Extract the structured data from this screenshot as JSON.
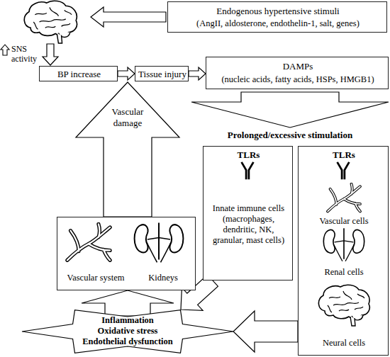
{
  "diagram": {
    "nodes": [
      {
        "text": [
          "Endogenous hypertensive stimuli",
          "(AngII, aldosterone, endothelin-1, salt, genes)"
        ]
      },
      {
        "text": [
          "BP increase"
        ]
      },
      {
        "text": [
          "Tissue injury"
        ]
      },
      {
        "text": [
          "DAMPs",
          "(nucleic acids, fatty acids, HSPs, HMGB1)"
        ]
      },
      {
        "text": [
          "Prolonged/excessive stimulation"
        ]
      },
      {
        "text": [
          "Vascular damage"
        ]
      },
      {
        "text": [
          "TLRs",
          "Innate immune cells (macrophages, dendritic, NK, granular, mast cells)"
        ]
      },
      {
        "text": [
          "TLRs",
          "Vascular cells",
          "Renal cells",
          "Neural cells"
        ]
      },
      {
        "text": [
          "Vascular system",
          "Kidneys"
        ]
      },
      {
        "text": [
          "Inflammation",
          "Oxidative stress",
          "Endothelial dysfunction"
        ]
      }
    ],
    "edges": [
      {
        "from": 1,
        "to": 2,
        "arrow": "to"
      },
      {
        "from": 2,
        "to": 3,
        "arrow": "to"
      },
      {
        "from": 6,
        "to": 9,
        "arrow": "to"
      },
      {
        "from": 7,
        "to": 9,
        "arrow": "to"
      },
      {
        "from": 9,
        "to": 8,
        "arrow": "to"
      }
    ],
    "labels": [
      "SNS activity"
    ]
  }
}
